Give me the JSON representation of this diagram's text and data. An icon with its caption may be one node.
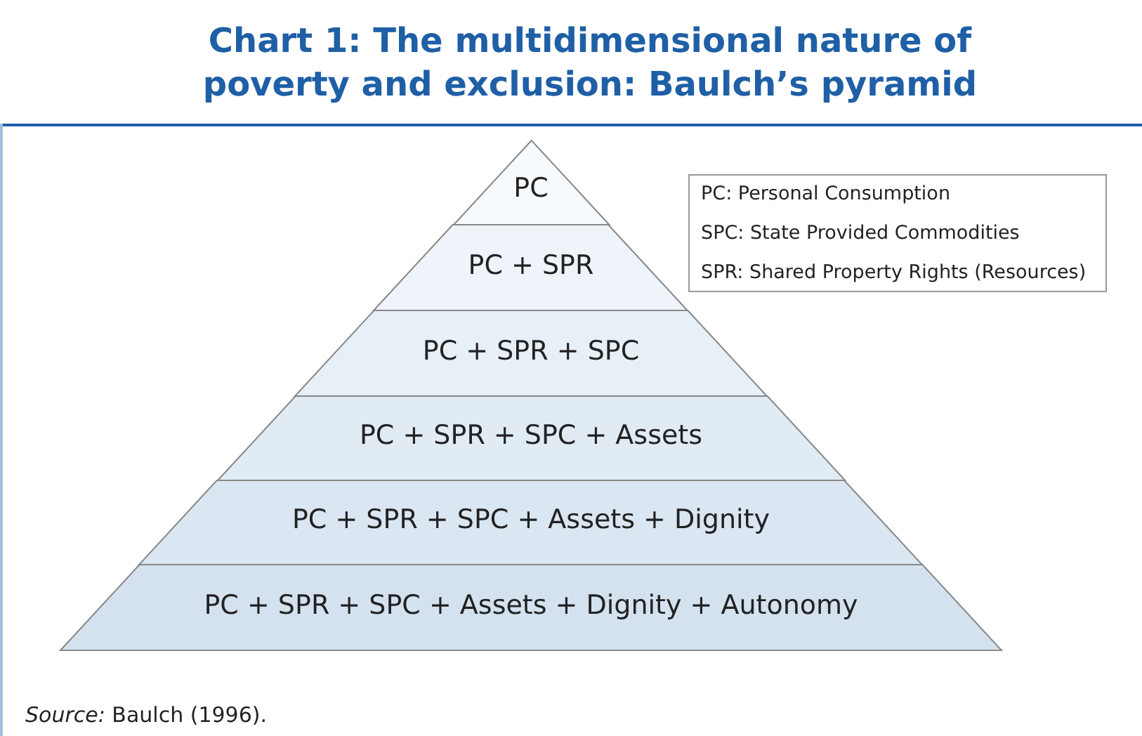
{
  "diagram": {
    "title": "Chart 1: The multidimensional nature of poverty and exclusion: Baulch’s pyramid",
    "caption": "*Source:* Baulch (1996).",
    "nodes": [
      {
        "text": [
          "PC"
        ]
      },
      {
        "text": [
          "PC + SPR"
        ]
      },
      {
        "text": [
          "PC + SPR + SPC"
        ]
      },
      {
        "text": [
          "PC + SPR + SPC + Assets"
        ]
      },
      {
        "text": [
          "PC + SPR + SPC + Assets + Dignity"
        ]
      },
      {
        "text": [
          "PC + SPR + SPC + Assets + Dignity + Autonomy"
        ]
      }
    ],
    "edges": [],
    "labels": [
      "PC: Personal Consumption",
      "SPC: State Provided Commodities",
      "SPR: Shared Property Rights (Resources)"
    ]
  }
}
